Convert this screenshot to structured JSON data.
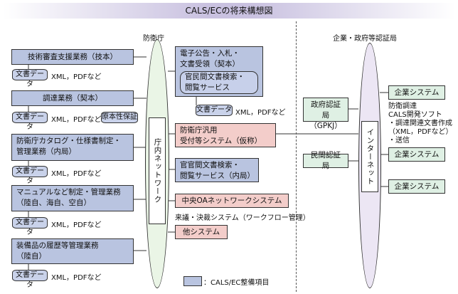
{
  "title": "CALS/ECの将来構想図",
  "labels": {
    "bouei": "防衛庁",
    "kigyo_header": "企業・政府等認証局",
    "network_left": "庁内ネットワーク",
    "network_right": "インターネット",
    "legend": "：CALS/EC整備項目"
  },
  "left": {
    "b1": "技術審査支援業務（技本）",
    "b2": "調達業務（契本）",
    "b3_line1": "防衛庁カタログ・仕様書制定・",
    "b3_line2": "管理業務（内局）",
    "b4_line1": "マニュアルなど制定・管理業務",
    "b4_line2": "（陸自、海自、空自）",
    "b5_line1": "装備品の履歴等管理業務",
    "b5_line2": "（陸自）",
    "db": "文書データ",
    "xml": "XML，PDFなど",
    "genpon": "原本性保証"
  },
  "middle": {
    "m1_line1": "電子公告・入札・",
    "m1_line2": "文書受領（契本）",
    "m1_sub1": "官民間文書検索・",
    "m1_sub2": "閲覧サービス",
    "db": "文書データ",
    "xml": "XML，PDFなど",
    "m2_line1": "防衛庁汎用",
    "m2_line2": "受付等システム（仮称）",
    "m3_line1": "官官間文書検索・",
    "m3_line2": "閲覧サービス（内局）",
    "m4": "中央OAネットワークシステム",
    "m4_note": "来議・決裁システム（ワークフロー管理）",
    "m5": "他システム"
  },
  "right": {
    "gpki_line1": "政府認証局",
    "gpki_line2": "（GPKJ）",
    "minkan": "民間認証局",
    "kigyo1": "企業システム",
    "kigyo_desc_1": "防衛調達",
    "kigyo_desc_2": "CALS開発ソフト",
    "kigyo_desc_3": "・調達関連文書作成",
    "kigyo_desc_4": "（XML，PDFなど）",
    "kigyo_desc_5": "・送信",
    "kigyo2": "企業システム",
    "kigyo3": "企業システム"
  },
  "colors": {
    "blue": "#b9c4e0",
    "pink": "#f3cdca",
    "green": "#dff0e4",
    "title_band": "#c9c1e0"
  }
}
